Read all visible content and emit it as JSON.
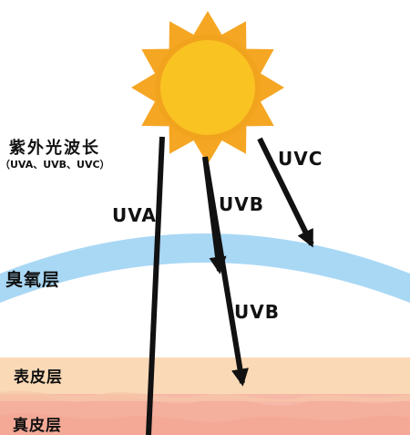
{
  "title": "紫外光波长",
  "subtitle": "（UVA、UVB、UVC）",
  "rays": {
    "uva": "UVA",
    "uvb": "UVB",
    "uvc": "UVC",
    "uvb_in_skin": "UVB"
  },
  "layers": {
    "ozone": "臭氧层",
    "epidermis": "表皮层",
    "dermis": "真皮层"
  },
  "colors": {
    "sun_core": "#F9C322",
    "sun_rays": "#F5A623",
    "ozone": "#A9D8F5",
    "epidermis": "#FAD9B6",
    "dermis": "#F7B9A7",
    "arrow": "#111111"
  },
  "icons": [
    "sun-icon"
  ]
}
